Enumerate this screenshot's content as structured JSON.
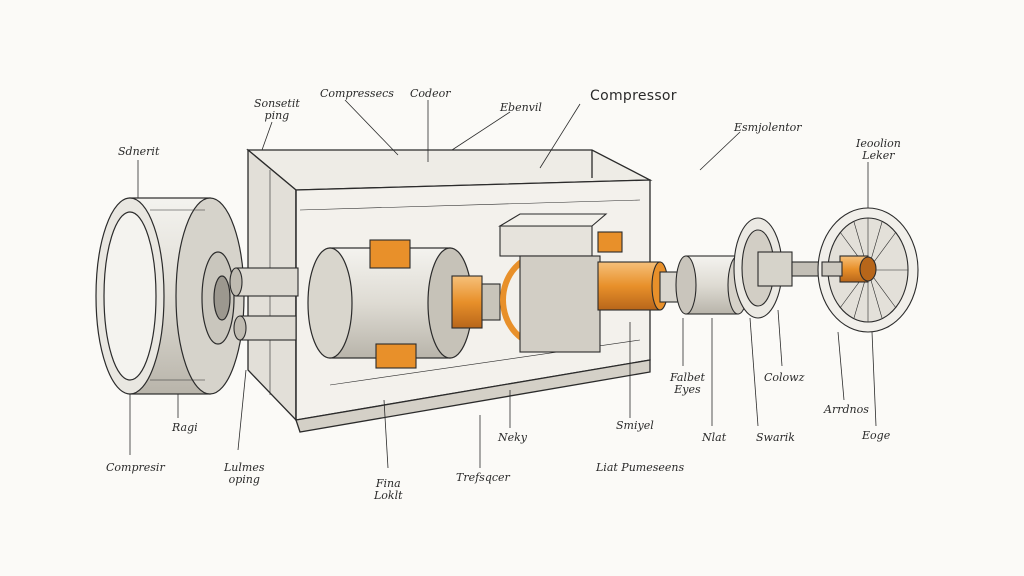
{
  "colors": {
    "ink": "#2b2b2b",
    "accent": "#e8902a",
    "paper": "#fbfaf7",
    "shade": "#b9b6ae"
  },
  "labels": {
    "sensor_left": "Sdnerit",
    "sensor_pipe": "Sonsetit\nping",
    "compressors": "Compressecs",
    "cooler": "Codeor",
    "pipe": "Ebenvil",
    "compressor": "Compressor",
    "evaporator": "Esmjolentor",
    "isolation": "Ieoolion\nLeker",
    "compressor_bottom": "Compresir",
    "base": "Ragi",
    "lubes": "Lulmes\noping",
    "frame": "Fina\nLoklt",
    "transformer": "Trefsqcer",
    "body": "Neky",
    "flatbed": "Falbet\nEyes",
    "swivel": "Smiyel",
    "outlet": "Liat Pumeseens",
    "nut": "Nlat",
    "shank": "Swarik",
    "colors": "Colowz",
    "arrows": "Arrdnos",
    "edge": "Eoge"
  }
}
